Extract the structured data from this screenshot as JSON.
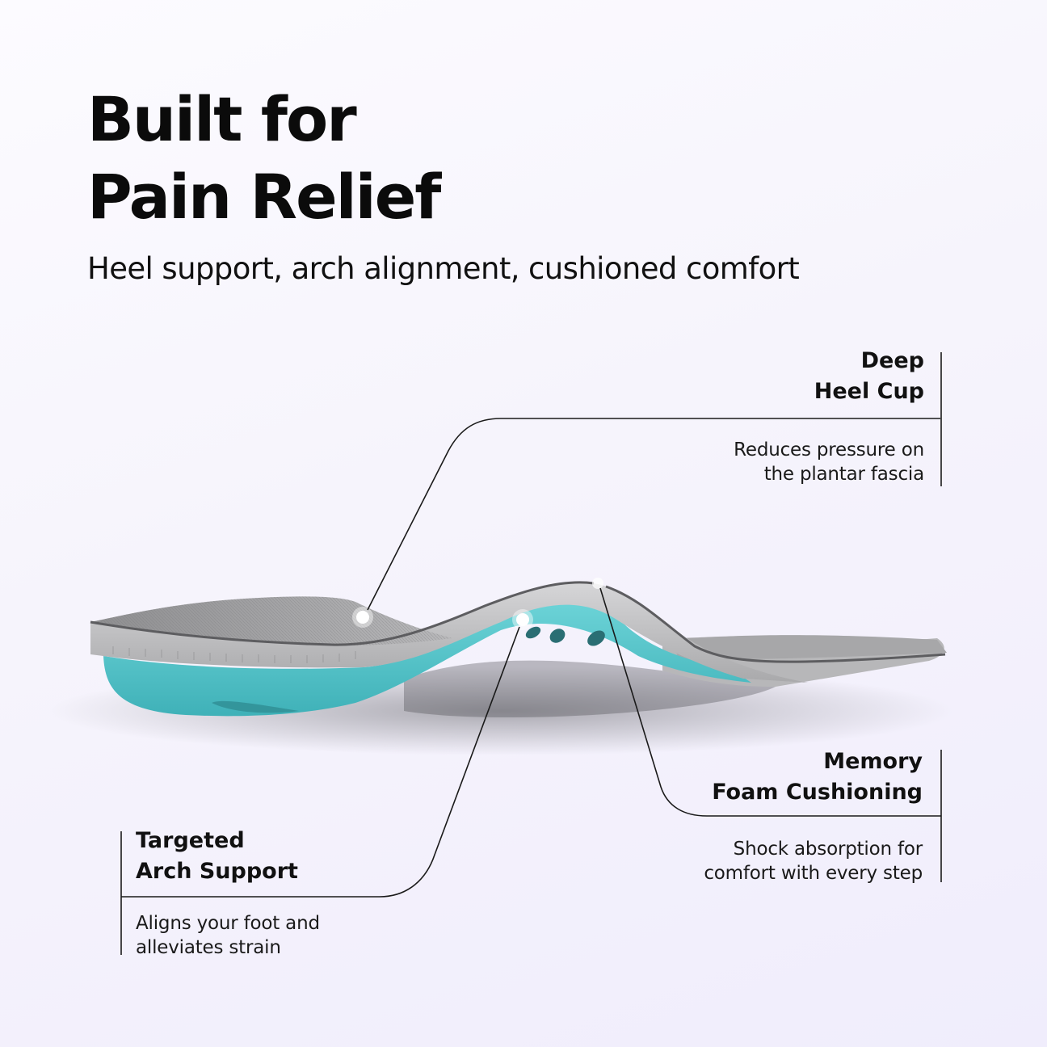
{
  "hero": {
    "title_line1": "Built for",
    "title_line2": "Pain Relief",
    "subtitle": "Heel support, arch alignment, cushioned comfort"
  },
  "callouts": [
    {
      "id": "deep-heel-cup",
      "title_line1": "Deep",
      "title_line2": "Heel Cup",
      "desc_line1": "Reduces pressure on",
      "desc_line2": "the plantar fascia"
    },
    {
      "id": "memory-foam-cushioning",
      "title_line1": "Memory",
      "title_line2": "Foam Cushioning",
      "desc_line1": "Shock absorption for",
      "desc_line2": "comfort with every step"
    },
    {
      "id": "targeted-arch-support",
      "title_line1": "Targeted",
      "title_line2": "Arch Support",
      "desc_line1": "Aligns your foot and",
      "desc_line2": "alleviates strain"
    }
  ],
  "colors": {
    "background": "#f4f2fc",
    "text": "#111111",
    "insole_top_gray": "#9a9a9c",
    "insole_rim_gray": "#c4c4c6",
    "arch_shell_teal": "#4fc3c8",
    "line": "#1a1a1a"
  }
}
